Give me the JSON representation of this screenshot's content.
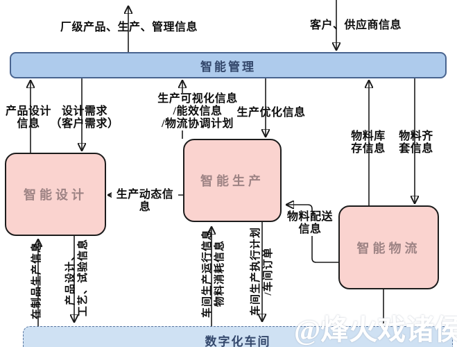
{
  "nodes": {
    "management": "智能管理",
    "design": "智能设计",
    "production": "智能生产",
    "logistics": "智能物流",
    "workshop": "数字化车间"
  },
  "labels": {
    "factory_output": "厂级产品、生产、管理信息",
    "customer_supplier": "客户、供应商信息",
    "product_design_info": "产品设计\n信息",
    "design_demand": "设计需求\n（客户需求）",
    "production_visual": "生产可视化信息\n/能效信息\n/物流协调计划",
    "production_optimize": "生产优化信息",
    "material_stock": "物料库\n存信息",
    "material_kitting": "物料齐\n套信息",
    "production_dynamic": "生产动态信息",
    "material_delivery": "物料配送\n信息",
    "wip_production_info": "在制品生产信息",
    "design_process_test": "产品设计、\n工艺、试验信息",
    "workshop_running": "车间生产运行信息\n物料消耗信息",
    "workshop_execution": "车间生产执行计划\n/车间订单"
  },
  "watermark": "@烽火戏诸侯",
  "colors": {
    "management_bar_fill": "#aecbec",
    "management_bar_border": "#49648f",
    "management_bar_text": "#33476b",
    "pink_box_fill": "#fad3cf",
    "pink_box_border": "#1c1c1c",
    "pink_box_text": "#9d8384",
    "workshop_bar_fill": "#cfe1f3",
    "workshop_bar_border": "#55749f",
    "connector_line": "#1a1a1a",
    "watermark_text": "#ffffff"
  }
}
